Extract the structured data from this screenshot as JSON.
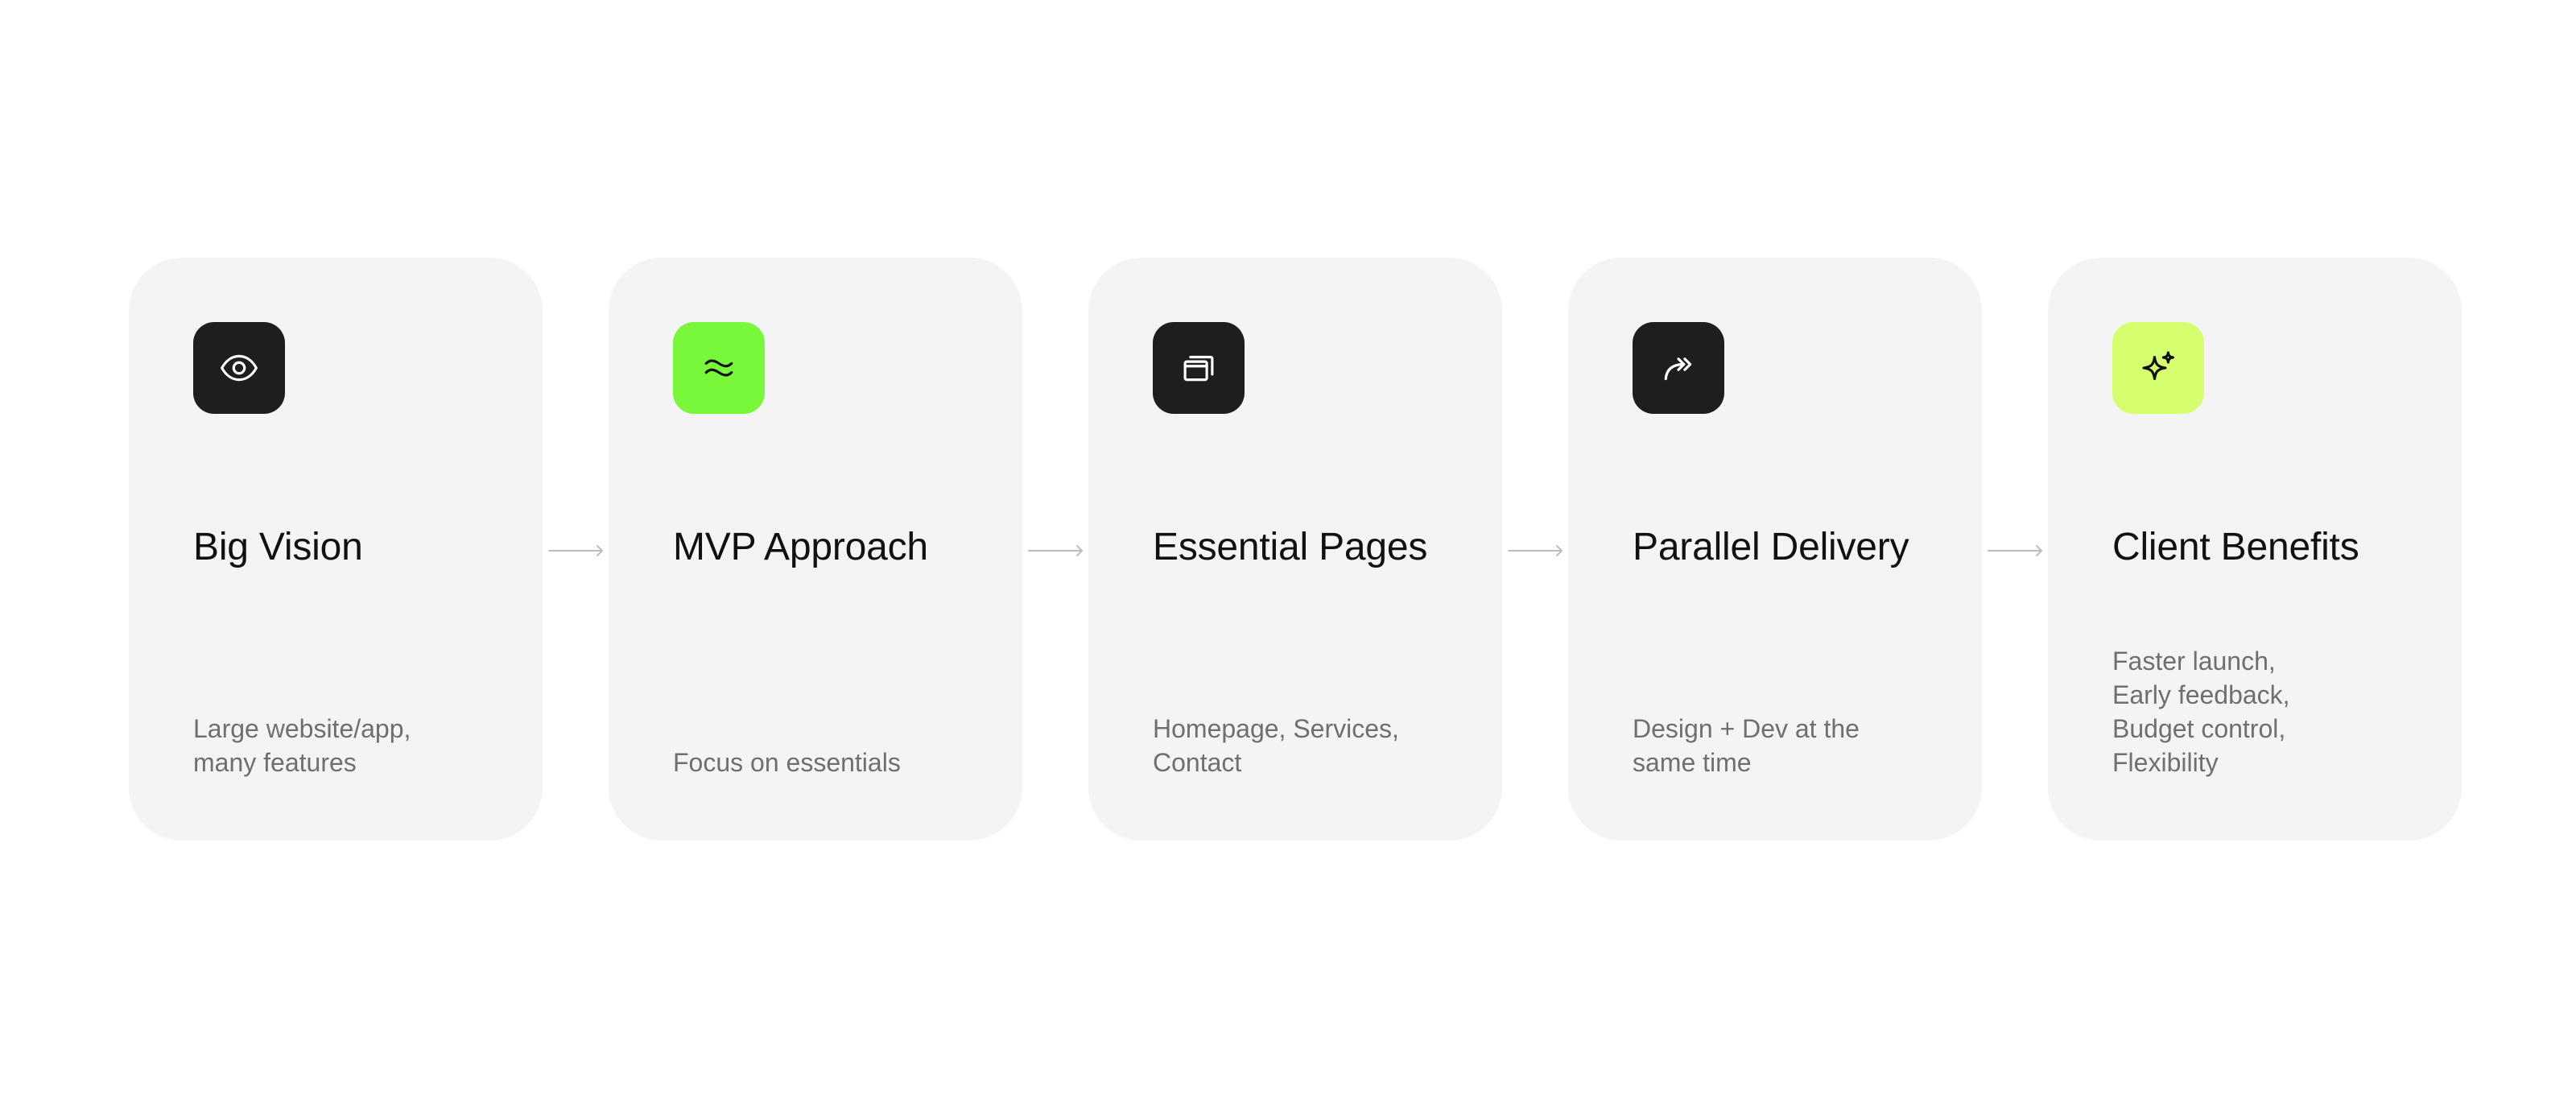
{
  "steps": [
    {
      "icon": "eye-icon",
      "icon_bg": "#1e1e1e",
      "icon_fg": "#ffffff",
      "title": "Big Vision",
      "desc": [
        "Large website/app,",
        "many features"
      ]
    },
    {
      "icon": "approximately-icon",
      "icon_bg": "#79f83b",
      "icon_fg": "#111111",
      "title": "MVP Approach",
      "desc": [
        "Focus on essentials"
      ]
    },
    {
      "icon": "stacked-pages-icon",
      "icon_bg": "#1e1e1e",
      "icon_fg": "#ffffff",
      "title": "Essential Pages",
      "desc": [
        "Homepage, Services,",
        "Contact"
      ]
    },
    {
      "icon": "double-arrow-forward-icon",
      "icon_bg": "#1e1e1e",
      "icon_fg": "#ffffff",
      "title": "Parallel Delivery",
      "desc": [
        "Design + Dev at the",
        "same time"
      ]
    },
    {
      "icon": "sparkles-icon",
      "icon_bg": "#d6ff70",
      "icon_fg": "#111111",
      "title": "Client Benefits",
      "desc": [
        "Faster launch,",
        "Early feedback,",
        "Budget control,",
        "Flexibility"
      ]
    }
  ],
  "connector": {
    "icon": "arrow-right-icon",
    "color": "#bdbdbd"
  }
}
